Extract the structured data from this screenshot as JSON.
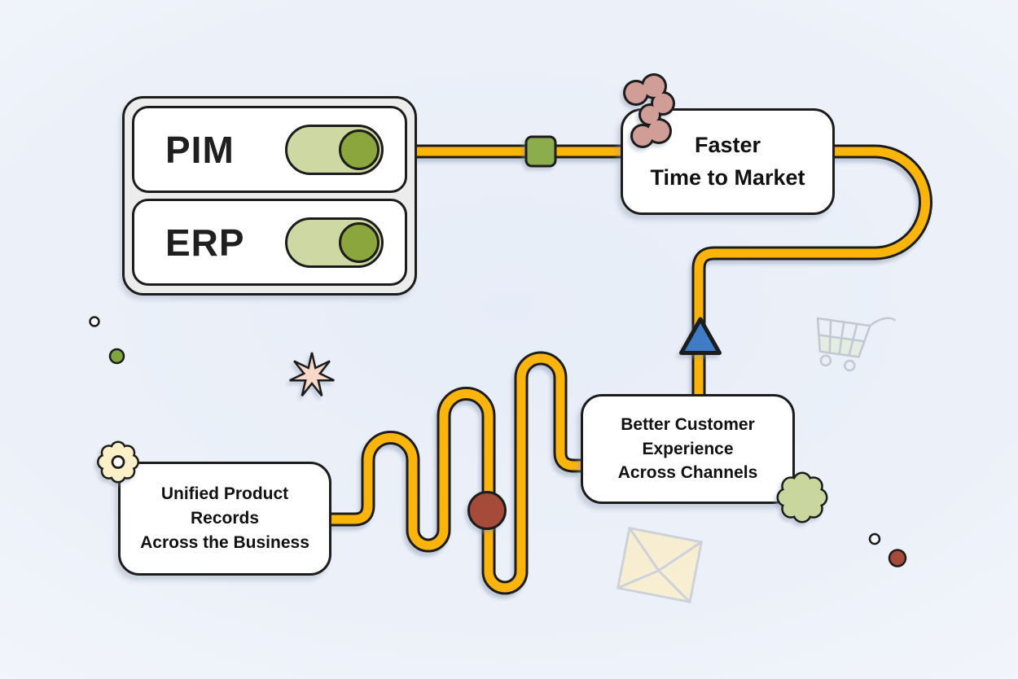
{
  "panel": {
    "items": [
      {
        "label": "PIM",
        "toggle_state": "on"
      },
      {
        "label": "ERP",
        "toggle_state": "on"
      }
    ]
  },
  "benefits": [
    {
      "id": "faster-time-to-market",
      "lines": [
        "Faster",
        "Time to Market"
      ]
    },
    {
      "id": "better-customer-experience",
      "lines": [
        "Better Customer",
        "Experience",
        "Across Channels"
      ]
    },
    {
      "id": "unified-product-records",
      "lines": [
        "Unified Product",
        "Records",
        "Across the Business"
      ]
    }
  ],
  "colors": {
    "background": "#edf1f9",
    "pipe": "#fbb40a",
    "outline": "#1c1c1c",
    "toggle_track": "#cdd8a2",
    "toggle_knob": "#8aa63c",
    "square_node": "#8cad4b",
    "circle_node": "#a64b3a",
    "arrow": "#3e7cc7",
    "clover": "#d09d97",
    "flower": "#c9d69e",
    "gear_flower": "#fbf0c8",
    "star": "#f8d8c9",
    "envelope": "#fbeec9",
    "faded_gray": "#bdc3cc"
  },
  "icons": [
    {
      "name": "arrow-up-icon"
    },
    {
      "name": "square-node-icon"
    },
    {
      "name": "circle-node-icon"
    },
    {
      "name": "clover-icon"
    },
    {
      "name": "flower-icon"
    },
    {
      "name": "gear-flower-icon"
    },
    {
      "name": "star-burst-icon"
    },
    {
      "name": "shopping-cart-icon"
    },
    {
      "name": "envelope-icon"
    }
  ]
}
